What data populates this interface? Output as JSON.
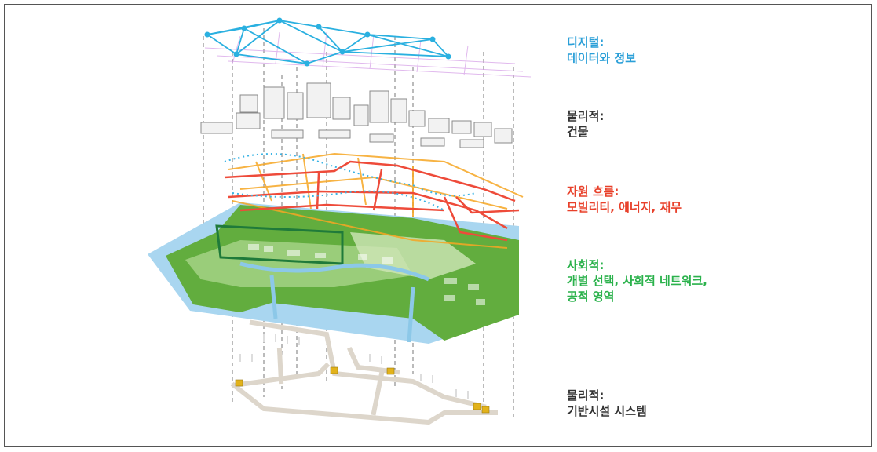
{
  "layers": [
    {
      "id": "digital",
      "title": "디지털:",
      "lines": [
        "데이터와 정보"
      ],
      "color": "#2a9fd8"
    },
    {
      "id": "buildings",
      "title": "물리적:",
      "lines": [
        "건물"
      ],
      "color": "#333333"
    },
    {
      "id": "resource",
      "title": "자원 흐름:",
      "lines": [
        "모빌리티, 에너지, 재무"
      ],
      "color": "#e8402a"
    },
    {
      "id": "social",
      "title": "사회적:",
      "lines": [
        "개별 선택, 사회적 네트워크,",
        "공적 영역"
      ],
      "color": "#2bb24c"
    },
    {
      "id": "infrastructure",
      "title": "물리적:",
      "lines": [
        "기반시설 시스템"
      ],
      "color": "#333333"
    }
  ],
  "palette": {
    "network": "#2ab0e0",
    "grid": "#c58de0",
    "building": "#9a9a9a",
    "flow_red": "#ee4b3a",
    "flow_orange": "#f6a623",
    "water": "#a9d6f0",
    "green": "#5aa83a",
    "pipe": "#e0dbd2",
    "node": "#e2b21a"
  }
}
